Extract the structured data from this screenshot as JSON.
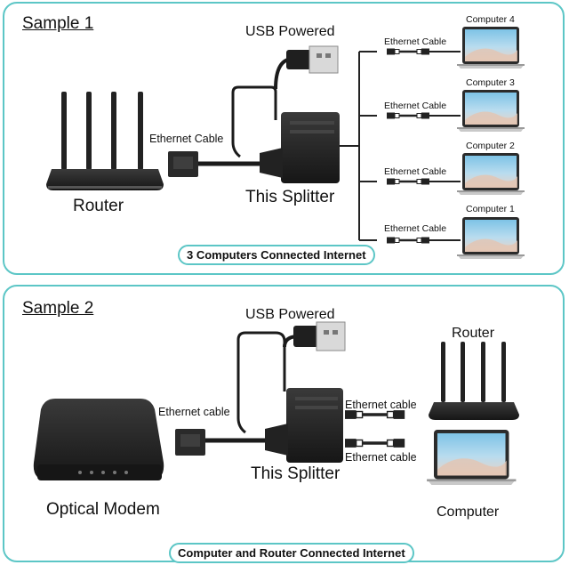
{
  "sample1": {
    "title": "Sample 1",
    "usb_label": "USB Powered",
    "input_cable_label": "Ethernet Cable",
    "source_label": "Router",
    "splitter_label": "This Splitter",
    "output_cable_label": "Ethernet Cable",
    "computers": [
      "Computer 4",
      "Computer 3",
      "Computer 2",
      "Computer 1"
    ],
    "caption": "3 Computers Connected Internet"
  },
  "sample2": {
    "title": "Sample 2",
    "usb_label": "USB Powered",
    "input_cable_label": "Ethernet cable",
    "source_label": "Optical Modem",
    "splitter_label": "This Splitter",
    "output_cable_labels": [
      "Ethernet cable",
      "Ethernet cable"
    ],
    "targets": [
      "Router",
      "Computer"
    ],
    "caption": "Computer and Router Connected Internet"
  },
  "colors": {
    "panel_border": "#5cc6c6",
    "device": "#1f1f1f"
  }
}
